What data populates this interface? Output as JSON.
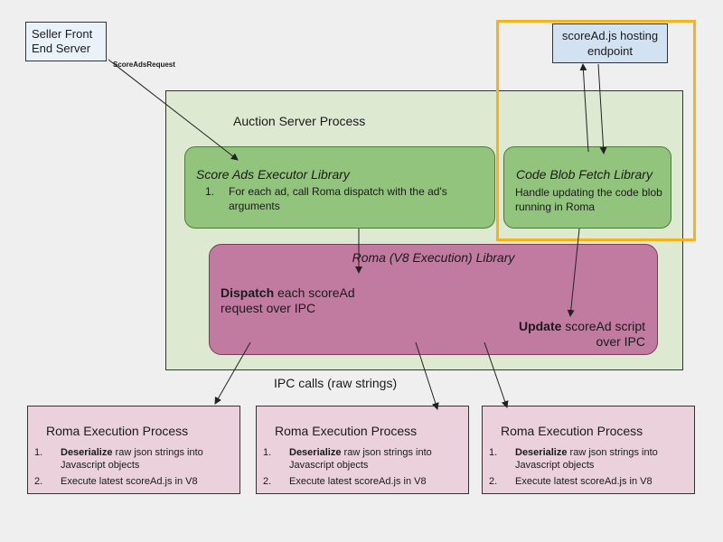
{
  "seller": {
    "line1": "Seller Front",
    "line2": "End Server"
  },
  "score_ads_request": "ScoreAdsRequest",
  "endpoint": {
    "line1": "scoreAd.js hosting",
    "line2": "endpoint"
  },
  "auction_server": {
    "title": "Auction Server Process"
  },
  "executor": {
    "title": "Score Ads Executor Library",
    "item_num": "1.",
    "item_text": "For each ad, call Roma dispatch with the ad's arguments"
  },
  "fetch": {
    "title": "Code Blob Fetch Library",
    "desc": "Handle updating the code blob running in Roma"
  },
  "roma": {
    "title": "Roma (V8 Execution) Library",
    "dispatch_bold": "Dispatch",
    "dispatch_rest": " each scoreAd request over IPC",
    "update_bold": "Update",
    "update_rest": " scoreAd script over IPC"
  },
  "ipc_label": "IPC calls (raw strings)",
  "processes": [
    {
      "title": "Roma Execution Process",
      "item1_num": "1.",
      "item1_bold": "Deserialize",
      "item1_rest": " raw json strings into Javascript objects",
      "item2_num": "2.",
      "item2_text": "Execute latest scoreAd.js in V8"
    },
    {
      "title": "Roma Execution Process",
      "item1_num": "1.",
      "item1_bold": "Deserialize",
      "item1_rest": " raw json strings into Javascript objects",
      "item2_num": "2.",
      "item2_text": "Execute latest scoreAd.js in V8"
    },
    {
      "title": "Roma Execution Process",
      "item1_num": "1.",
      "item1_bold": "Deserialize",
      "item1_rest": " raw json strings into Javascript objects",
      "item2_num": "2.",
      "item2_text": "Execute latest scoreAd.js in V8"
    }
  ],
  "colors": {
    "background": "#efefef",
    "auction_bg": "#dde9d1",
    "library_green": "#93c47d",
    "roma_pink": "#c27ba0",
    "process_pink": "#ead1dc",
    "endpoint_blue": "#d2e2f3",
    "highlight_orange": "#f3b31c"
  }
}
